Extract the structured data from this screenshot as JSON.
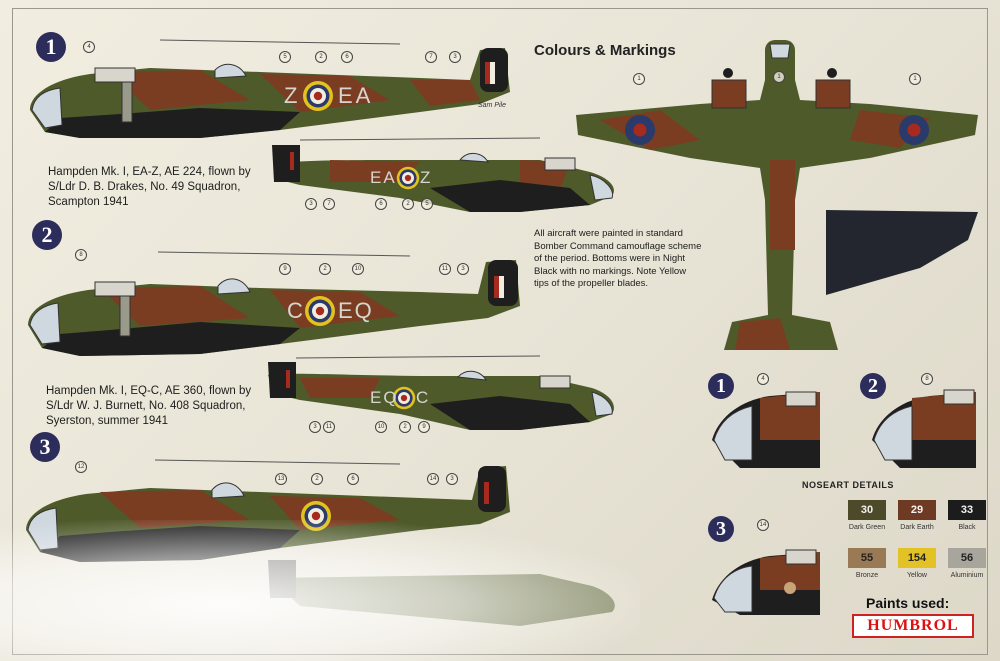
{
  "title": "Colours & Markings",
  "badges": [
    "1",
    "2",
    "3"
  ],
  "captions": {
    "aircraft1": [
      "Hampden Mk. I, EA-Z, AE 224, flown by",
      "S/Ldr D. B. Drakes, No. 49 Squadron,",
      "Scampton 1941"
    ],
    "aircraft2": [
      "Hampden Mk. I, EQ-C, AE 360, flown by",
      "S/Ldr W. J. Burnett, No. 408 Squadron,",
      "Syerston, summer 1941"
    ]
  },
  "codes": {
    "a1_left": "Z",
    "a1_right": "EA",
    "a1_right_side_left": "EA",
    "a1_right_side_right": "Z",
    "a2_left": "C",
    "a2_right": "EQ",
    "a2_right_side_left": "EQ",
    "a2_right_side_right": "C"
  },
  "note": [
    "All aircraft were painted in standard",
    "Bomber Command camouflage scheme",
    "of the period. Bottoms were in Night",
    "Black with no markings. Note Yellow",
    "tips of the propeller blades."
  ],
  "noseart_title": "NOSEART DETAILS",
  "swatches": [
    {
      "code": "30",
      "name": "Dark Green",
      "color": "#4d4a2a",
      "text": "#f2f2f2"
    },
    {
      "code": "29",
      "name": "Dark Earth",
      "color": "#6f3a24",
      "text": "#f2f2f2"
    },
    {
      "code": "33",
      "name": "Black",
      "color": "#1c1c1c",
      "text": "#f2f2f2"
    },
    {
      "code": "55",
      "name": "Bronze",
      "color": "#9a7a54",
      "text": "#222"
    },
    {
      "code": "154",
      "name": "Yellow",
      "color": "#e2c224",
      "text": "#222"
    },
    {
      "code": "56",
      "name": "Aluminium",
      "color": "#a8a59d",
      "text": "#222"
    }
  ],
  "paints_used": "Paints used:",
  "brand": "HUMBROL",
  "signature": "Sam Pile",
  "callouts": {
    "a1_left": [
      "4",
      "5",
      "2",
      "6",
      "7",
      "3"
    ],
    "a1_right": [
      "3",
      "7",
      "6",
      "2",
      "5"
    ],
    "a2_left": [
      "8",
      "9",
      "2",
      "10",
      "11",
      "3"
    ],
    "a2_right": [
      "3",
      "11",
      "10",
      "2",
      "9"
    ],
    "a3_left": [
      "12",
      "13",
      "2",
      "6",
      "14",
      "3"
    ],
    "top_view": [
      "1",
      "1",
      "1"
    ],
    "noseart": [
      "4",
      "8",
      "14"
    ]
  },
  "colors": {
    "dark_green": "#4e5a2a",
    "dark_earth": "#7a3d22",
    "black": "#1e1e1e",
    "roundel_blue": "#2a3a6a",
    "roundel_red": "#a62a1e",
    "yellow": "#e4c21e",
    "badge": "#2d2d5c"
  }
}
